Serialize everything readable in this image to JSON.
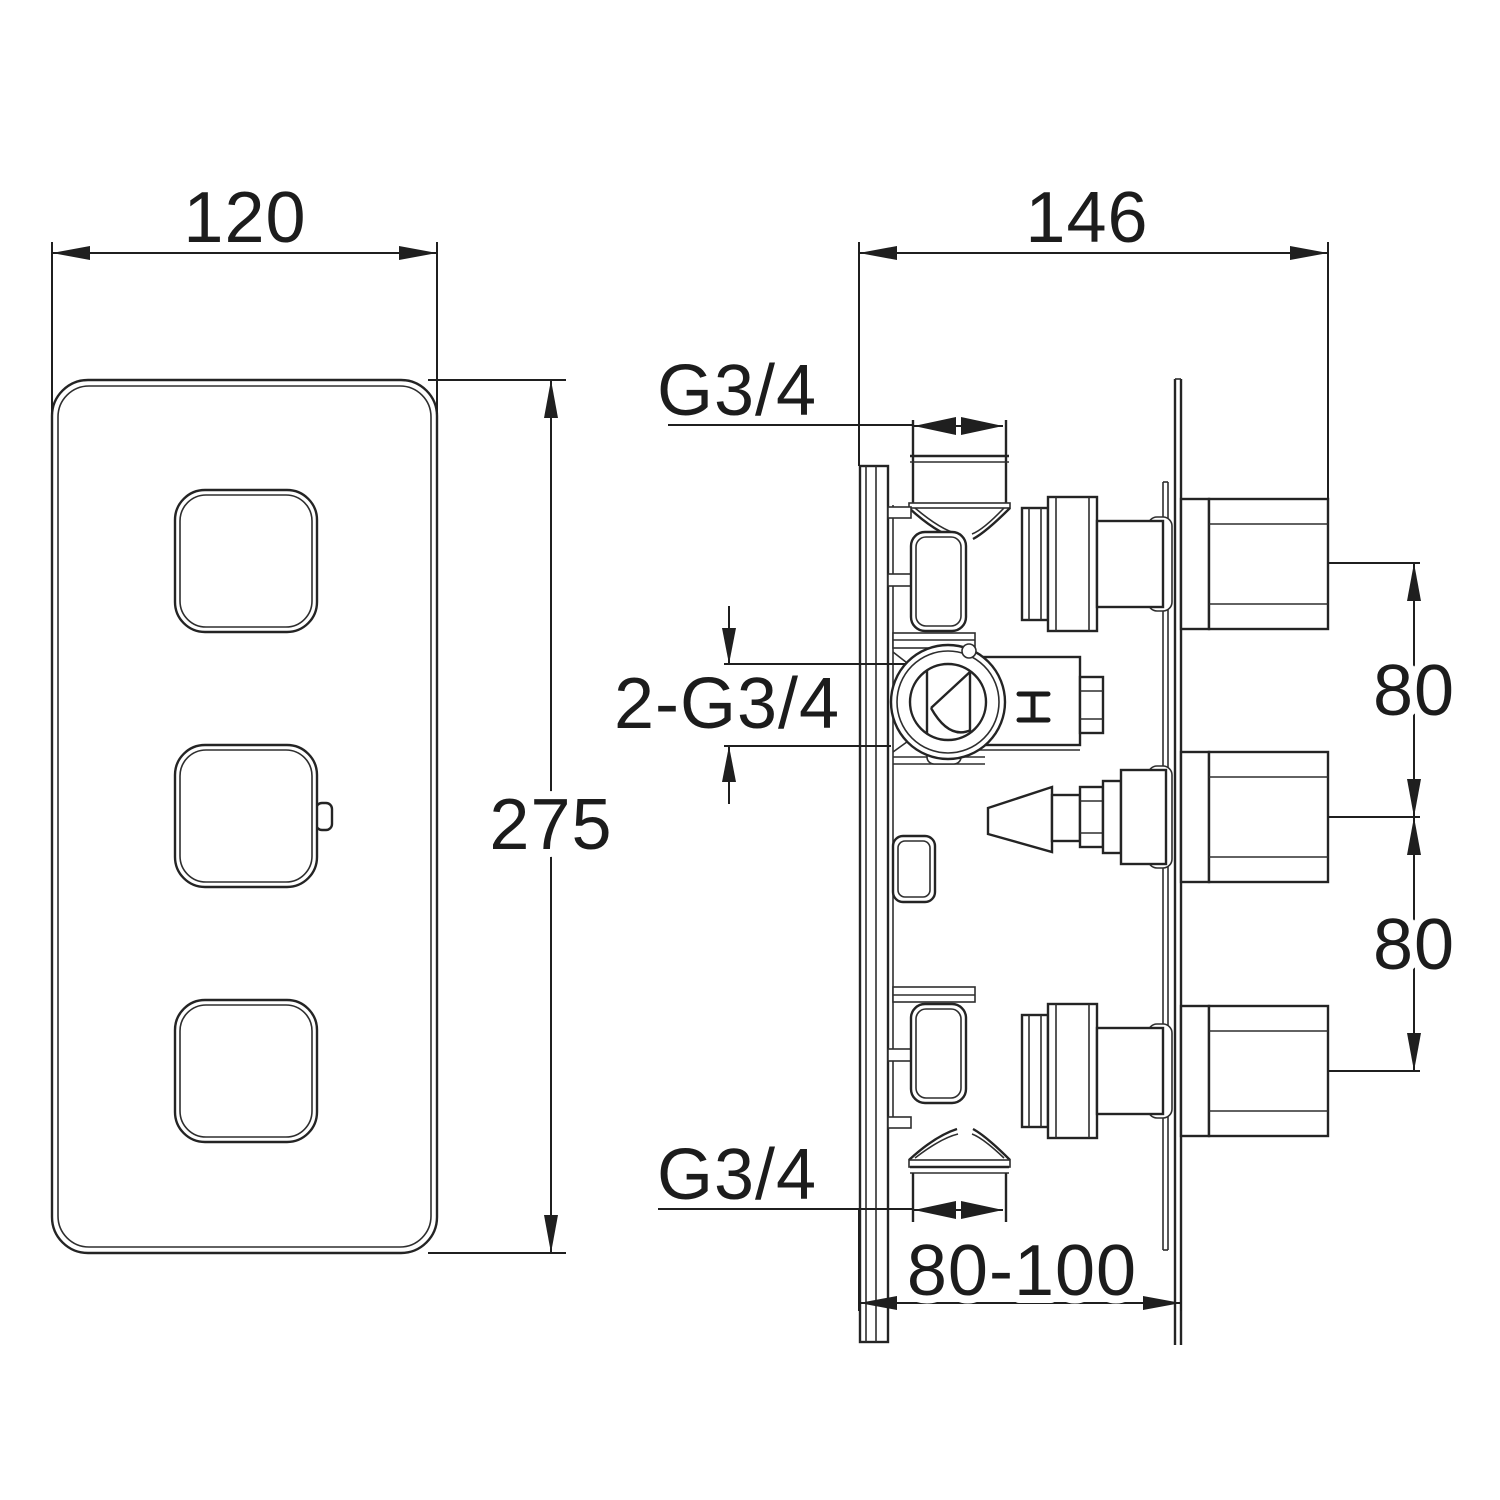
{
  "drawing": {
    "background": "#ffffff",
    "line_color": "#222222",
    "front_view": {
      "width_label": "120",
      "height_label": "275"
    },
    "side_view": {
      "depth_label": "146",
      "top_port_label": "G3/4",
      "side_ports_label": "2-G3/4",
      "bottom_port_label": "G3/4",
      "upper_spacing_label": "80",
      "lower_spacing_label": "80",
      "mounting_depth_label": "80-100"
    }
  }
}
